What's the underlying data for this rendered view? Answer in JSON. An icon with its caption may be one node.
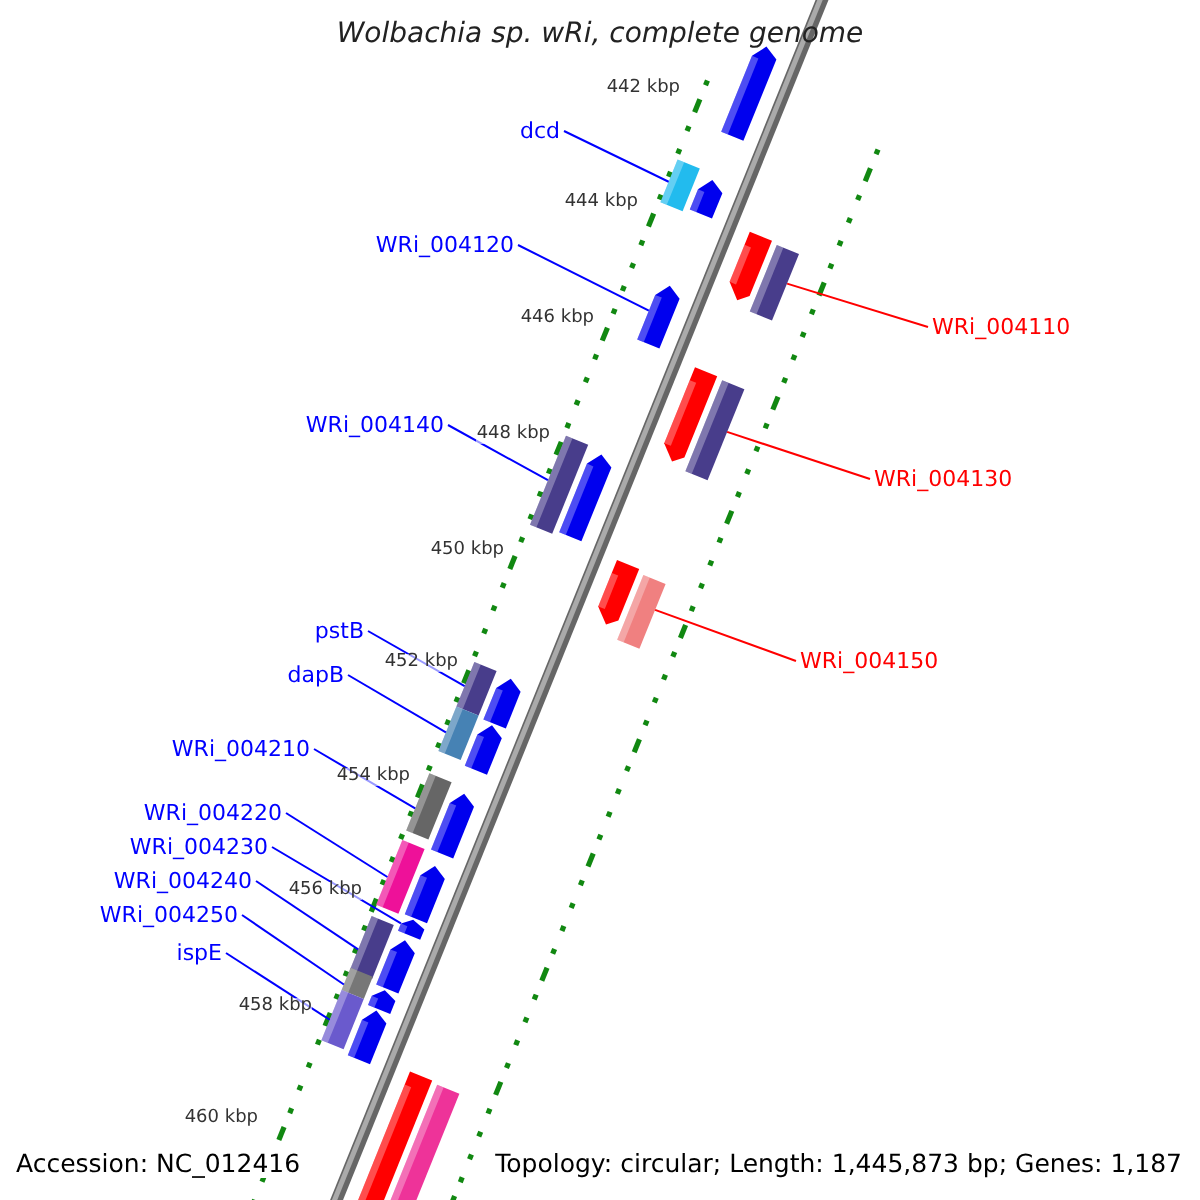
{
  "diagram": {
    "title": "Wolbachia sp. wRi, complete genome",
    "nodes": [
      {
        "text": [
          "dcd"
        ]
      },
      {
        "text": [
          "WRi_004120"
        ]
      },
      {
        "text": [
          "WRi_004140"
        ]
      },
      {
        "text": [
          "pstB"
        ]
      },
      {
        "text": [
          "dapB"
        ]
      },
      {
        "text": [
          "WRi_004210"
        ]
      },
      {
        "text": [
          "WRi_004220"
        ]
      },
      {
        "text": [
          "WRi_004230"
        ]
      },
      {
        "text": [
          "WRi_004240"
        ]
      },
      {
        "text": [
          "WRi_004250"
        ]
      },
      {
        "text": [
          "ispE"
        ]
      },
      {
        "text": [
          "WRi_004110"
        ]
      },
      {
        "text": [
          "WRi_004130"
        ]
      },
      {
        "text": [
          "WRi_004150"
        ]
      },
      {
        "text": [],
        "shape": "box"
      },
      {
        "text": [],
        "shape": "box"
      },
      {
        "text": [],
        "shape": "box"
      },
      {
        "text": [],
        "shape": "box"
      },
      {
        "text": [],
        "shape": "box"
      },
      {
        "text": [],
        "shape": "box"
      },
      {
        "text": [],
        "shape": "box"
      },
      {
        "text": [],
        "shape": "box"
      },
      {
        "text": [],
        "shape": "box"
      },
      {
        "text": [],
        "shape": "box"
      },
      {
        "text": [],
        "shape": "box"
      },
      {
        "text": [],
        "shape": "box"
      },
      {
        "text": [],
        "shape": "box"
      },
      {
        "text": [],
        "shape": "box"
      },
      {
        "text": [],
        "shape": "box"
      },
      {
        "text": [],
        "shape": "box"
      }
    ],
    "edges": [
      {
        "from": 0,
        "to": 15,
        "arrow": "none"
      },
      {
        "from": 1,
        "to": 17,
        "arrow": "none"
      },
      {
        "from": 2,
        "to": 19,
        "arrow": "none"
      },
      {
        "from": 3,
        "to": 21,
        "arrow": "none"
      },
      {
        "from": 4,
        "to": 22,
        "arrow": "none"
      },
      {
        "from": 5,
        "to": 23,
        "arrow": "none"
      },
      {
        "from": 6,
        "to": 24,
        "arrow": "none"
      },
      {
        "from": 7,
        "to": 25,
        "arrow": "none"
      },
      {
        "from": 8,
        "to": 26,
        "arrow": "none"
      },
      {
        "from": 9,
        "to": 27,
        "arrow": "none"
      },
      {
        "from": 10,
        "to": 28,
        "arrow": "none"
      },
      {
        "from": 11,
        "to": 16,
        "arrow": "none",
        "color": "#ff0000"
      },
      {
        "from": 12,
        "to": 18,
        "arrow": "none",
        "color": "#ff0000"
      },
      {
        "from": 13,
        "to": 20,
        "arrow": "none",
        "color": "#ff0000"
      }
    ],
    "labels": [
      "442 kbp",
      "444 kbp",
      "446 kbp",
      "448 kbp",
      "450 kbp",
      "452 kbp",
      "454 kbp",
      "456 kbp",
      "458 kbp",
      "460 kbp",
      "Accession: NC_012416",
      "Topology: circular; Length: 1,445,873 bp; Genes: 1,187"
    ]
  }
}
